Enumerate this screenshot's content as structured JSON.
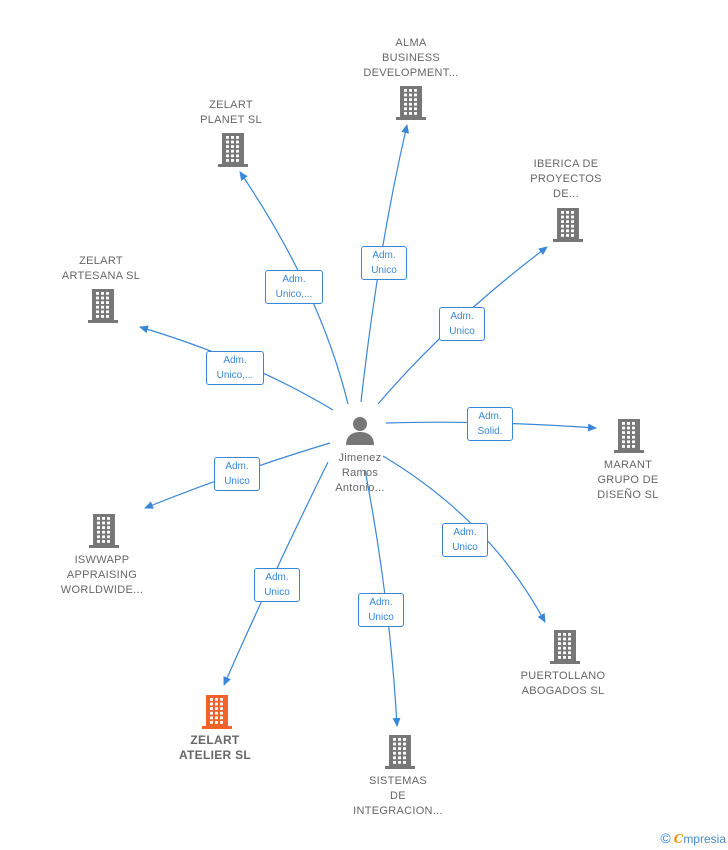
{
  "center": {
    "label_lines": [
      "Jimenez",
      "Ramos",
      "Antonio..."
    ],
    "icon": "person-icon"
  },
  "nodes": [
    {
      "id": "alma",
      "label_lines": [
        "ALMA",
        "BUSINESS",
        "DEVELOPMENT..."
      ],
      "relation_lines": [
        "Adm.",
        "Unico"
      ],
      "icon": "building-icon",
      "highlight": false
    },
    {
      "id": "zelart-planet",
      "label_lines": [
        "ZELART",
        "PLANET  SL"
      ],
      "relation_lines": [
        "Adm.",
        "Unico,..."
      ],
      "icon": "building-icon",
      "highlight": false
    },
    {
      "id": "iberica",
      "label_lines": [
        "IBERICA DE",
        "PROYECTOS",
        "DE..."
      ],
      "relation_lines": [
        "Adm.",
        "Unico"
      ],
      "icon": "building-icon",
      "highlight": false
    },
    {
      "id": "zelart-artesana",
      "label_lines": [
        "ZELART",
        "ARTESANA SL"
      ],
      "relation_lines": [
        "Adm.",
        "Unico,..."
      ],
      "icon": "building-icon",
      "highlight": false
    },
    {
      "id": "marant",
      "label_lines": [
        "MARANT",
        "GRUPO DE",
        "DISEÑO  SL"
      ],
      "relation_lines": [
        "Adm.",
        "Solid."
      ],
      "icon": "building-icon",
      "highlight": false
    },
    {
      "id": "iswwapp",
      "label_lines": [
        "ISWWAPP",
        "APPRAISING",
        "WORLDWIDE..."
      ],
      "relation_lines": [
        "Adm.",
        "Unico"
      ],
      "icon": "building-icon",
      "highlight": false
    },
    {
      "id": "puertollano",
      "label_lines": [
        "PUERTOLLANO",
        "ABOGADOS SL"
      ],
      "relation_lines": [
        "Adm.",
        "Unico"
      ],
      "icon": "building-icon",
      "highlight": false
    },
    {
      "id": "zelart-atelier",
      "label_lines": [
        "ZELART",
        "ATELIER  SL"
      ],
      "relation_lines": [
        "Adm.",
        "Unico"
      ],
      "icon": "building-icon",
      "highlight": true
    },
    {
      "id": "sistemas",
      "label_lines": [
        "SISTEMAS",
        "DE",
        "INTEGRACION..."
      ],
      "relation_lines": [
        "Adm.",
        "Unico"
      ],
      "icon": "building-icon",
      "highlight": false
    }
  ],
  "colors": {
    "edge": "#3a87d6",
    "building": "#777777",
    "building_highlight": "#f4622a",
    "person": "#777777"
  },
  "footer": {
    "copyright_symbol": "©",
    "brand_initial": "C",
    "brand_rest": "mpresia"
  }
}
